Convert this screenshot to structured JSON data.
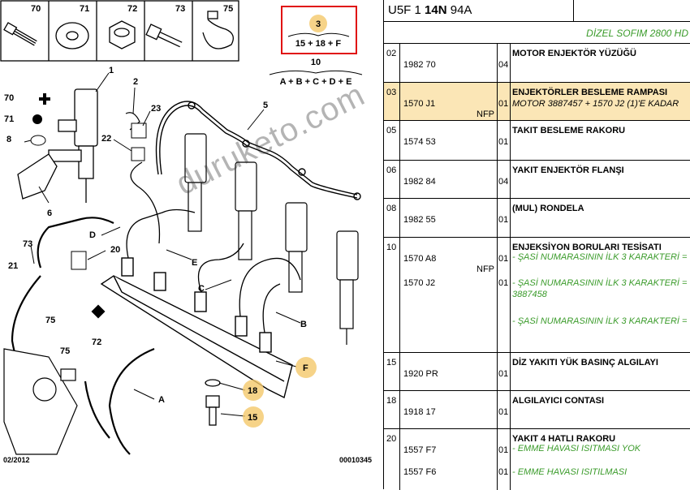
{
  "header": {
    "prefix": "U5F 1",
    "code_bold": "14N",
    "suffix": "94A",
    "subtitle": "DİZEL SOFIM 2800 HD"
  },
  "diagram": {
    "top_items": [
      "70",
      "71",
      "72",
      "73",
      "75"
    ],
    "kit_a": {
      "number": "3",
      "formula": "15 + 18 + F"
    },
    "kit_b": {
      "number": "10",
      "formula": "A + B + C + D + E"
    },
    "callouts": [
      "1",
      "2",
      "5",
      "23",
      "22",
      "70",
      "71",
      "8",
      "6",
      "73",
      "21",
      "75",
      "75",
      "72",
      "D",
      "20",
      "E",
      "C",
      "B",
      "F",
      "18",
      "15",
      "A"
    ],
    "date": "02/2012",
    "ref": "00010345",
    "watermark": "duruketo.com"
  },
  "rows": [
    {
      "idx": "02",
      "ref": "1982 70",
      "nfp": "",
      "qty": "04",
      "desc": "MOTOR ENJEKTÖR YÜZÜĞÜ",
      "notes": []
    },
    {
      "idx": "03",
      "ref": "1570 J1",
      "nfp": "NFP",
      "qty": "01",
      "desc": "ENJEKTÖRLER BESLEME RAMPASI",
      "notes": [
        "MOTOR 3887457 + 1570 J2 (1)'E KADAR"
      ],
      "highlight": true
    },
    {
      "idx": "05",
      "ref": "1574 53",
      "nfp": "",
      "qty": "01",
      "desc": "TAKIT BESLEME RAKORU",
      "notes": []
    },
    {
      "idx": "06",
      "ref": "1982 84",
      "nfp": "",
      "qty": "04",
      "desc": "YAKIT ENJEKTÖR FLANŞI",
      "notes": []
    },
    {
      "idx": "08",
      "ref": "1982 55",
      "nfp": "",
      "qty": "01",
      "desc": "(MUL) RONDELA",
      "notes": []
    },
    {
      "idx": "10",
      "ref": "1570 A8",
      "ref2": "1570 J2",
      "nfp": "NFP",
      "qty": "01",
      "qty2": "01",
      "desc": "ENJEKSİYON BORULARI TESİSATI",
      "notes": [
        "- ŞASİ NUMARASININ İLK 3 KARAKTERİ =",
        "- ŞASİ NUMARASININ İLK 3 KARAKTERİ =",
        "3887458",
        "- ŞASİ NUMARASININ İLK 3 KARAKTERİ ="
      ]
    },
    {
      "idx": "15",
      "ref": "1920 PR",
      "nfp": "",
      "qty": "01",
      "desc": "DİZ YAKITI YÜK BASINÇ ALGILAYI",
      "notes": []
    },
    {
      "idx": "18",
      "ref": "1918 17",
      "nfp": "",
      "qty": "01",
      "desc": "ALGILAYICI CONTASI",
      "notes": []
    },
    {
      "idx": "20",
      "ref": "1557 F7",
      "ref2": "1557 F6",
      "nfp": "",
      "qty": "01",
      "qty2": "01",
      "desc": "YAKIT 4 HATLI RAKORU",
      "notes": [
        "- EMME HAVASI ISITMASI YOK",
        "- EMME HAVASI ISITILMASI"
      ]
    }
  ]
}
